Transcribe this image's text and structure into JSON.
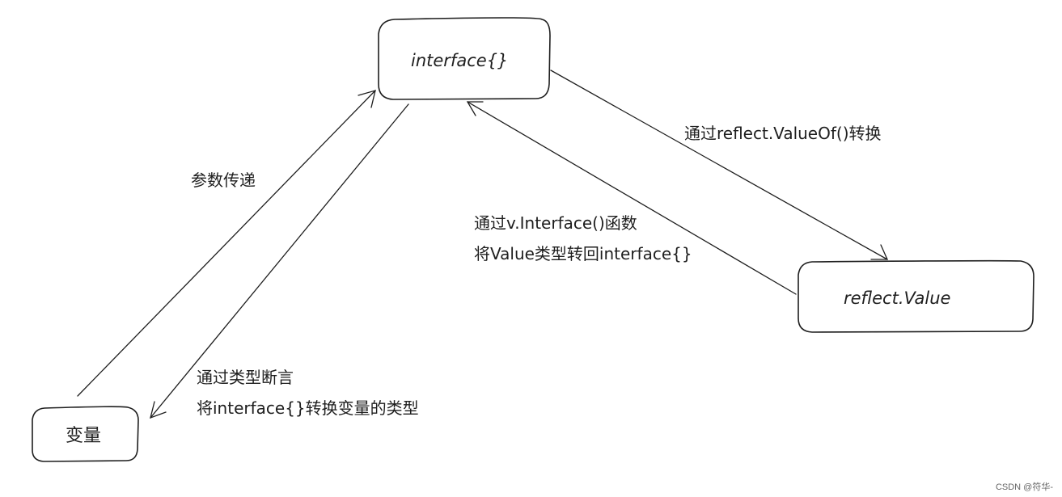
{
  "nodes": {
    "interface": {
      "label": "interface{}"
    },
    "reflect_value": {
      "label": "reflect.Value"
    },
    "variable": {
      "label": "变量"
    }
  },
  "edges": {
    "param_pass": {
      "label": "参数传递"
    },
    "value_of": {
      "label": "通过reflect.ValueOf()转换"
    },
    "interface_back": {
      "line1": "通过v.Interface()函数",
      "line2": "将Value类型转回interface{}"
    },
    "type_assert": {
      "line1": "通过类型断言",
      "line2": "将interface{}转换变量的类型"
    }
  },
  "watermark": "CSDN @符华-",
  "colors": {
    "stroke": "#1e1e1e",
    "background": "#ffffff",
    "watermark": "#666666"
  }
}
